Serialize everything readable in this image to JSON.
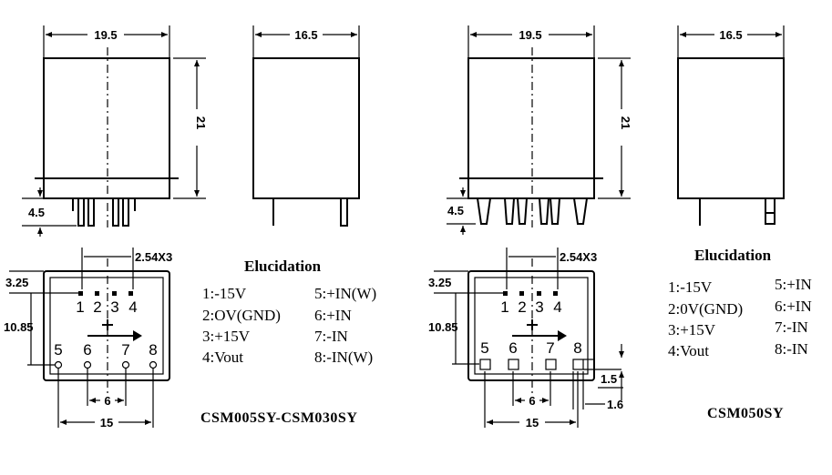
{
  "left": {
    "dim_width_front": "19.5",
    "dim_width_side": "16.5",
    "dim_height": "21",
    "dim_pin_length": "4.5",
    "dim_pin_pitch": "2.54X3",
    "dim_top_offset": "3.25",
    "dim_row_spacing": "10.85",
    "dim_pin_span_inner": "6",
    "dim_pin_span_outer": "15",
    "pins_top": [
      "1",
      "2",
      "3",
      "4"
    ],
    "pins_bottom": [
      "5",
      "6",
      "7",
      "8"
    ],
    "heading": "Elucidation",
    "legend_col1": [
      "1:-15V",
      "2:OV(GND)",
      "3:+15V",
      "4:Vout"
    ],
    "legend_col2": [
      "5:+IN(W)",
      "6:+IN",
      "7:-IN",
      "8:-IN(W)"
    ],
    "model": "CSM005SY-CSM030SY"
  },
  "right": {
    "dim_width_front": "19.5",
    "dim_width_side": "16.5",
    "dim_height": "21",
    "dim_pin_length": "4.5",
    "dim_pin_pitch": "2.54X3",
    "dim_top_offset": "3.25",
    "dim_row_spacing": "10.85",
    "dim_pin_span_inner": "6",
    "dim_pin_span_outer": "15",
    "dim_square_pin_size": "1.5",
    "dim_square_pin_offset": "1.6",
    "pins_top": [
      "1",
      "2",
      "3",
      "4"
    ],
    "pins_bottom": [
      "5",
      "6",
      "7",
      "8"
    ],
    "heading": "Elucidation",
    "legend_col1": [
      "1:-15V",
      "2:0V(GND)",
      "3:+15V",
      "4:Vout"
    ],
    "legend_col2": [
      "5:+IN",
      "6:+IN",
      "7:-IN",
      "8:-IN"
    ],
    "model": "CSM050SY"
  }
}
